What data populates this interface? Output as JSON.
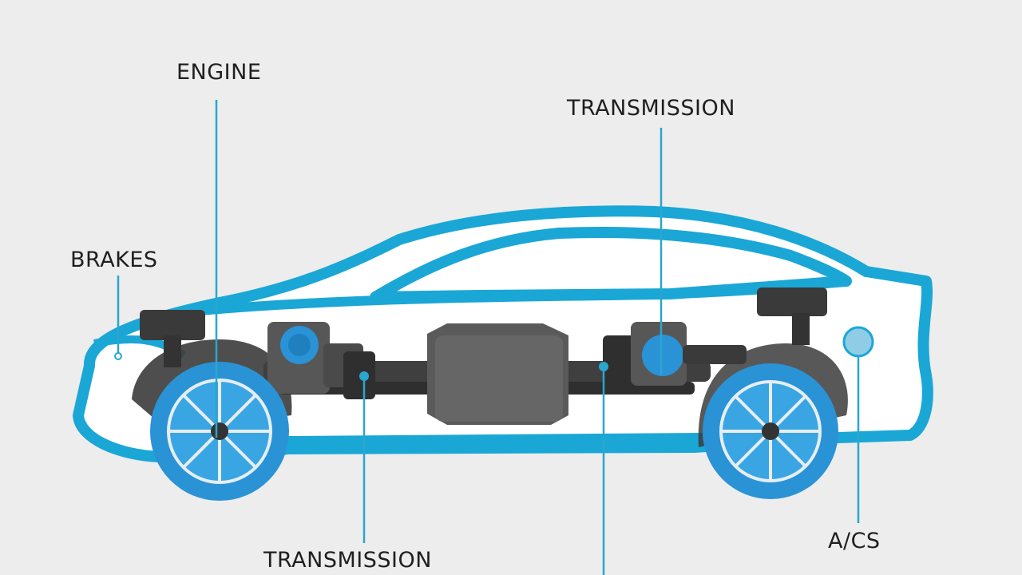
{
  "diagram": {
    "labels": {
      "engine": "ENGINE",
      "transmission_top": "TRANSMISSION",
      "brakes": "BRAKES",
      "transmission_bottom": "TRANSMISSION",
      "acs": "A/CS"
    },
    "colors": {
      "background": "#ededed",
      "body_outline": "#1aa7d6",
      "callout_line": "#2aa6cf",
      "wheel_blue": "#2a93d6",
      "mechanical_dark": "#3b3b3b",
      "mechanical_mid": "#5a5a5a",
      "label_text": "#1f1f1f"
    }
  }
}
